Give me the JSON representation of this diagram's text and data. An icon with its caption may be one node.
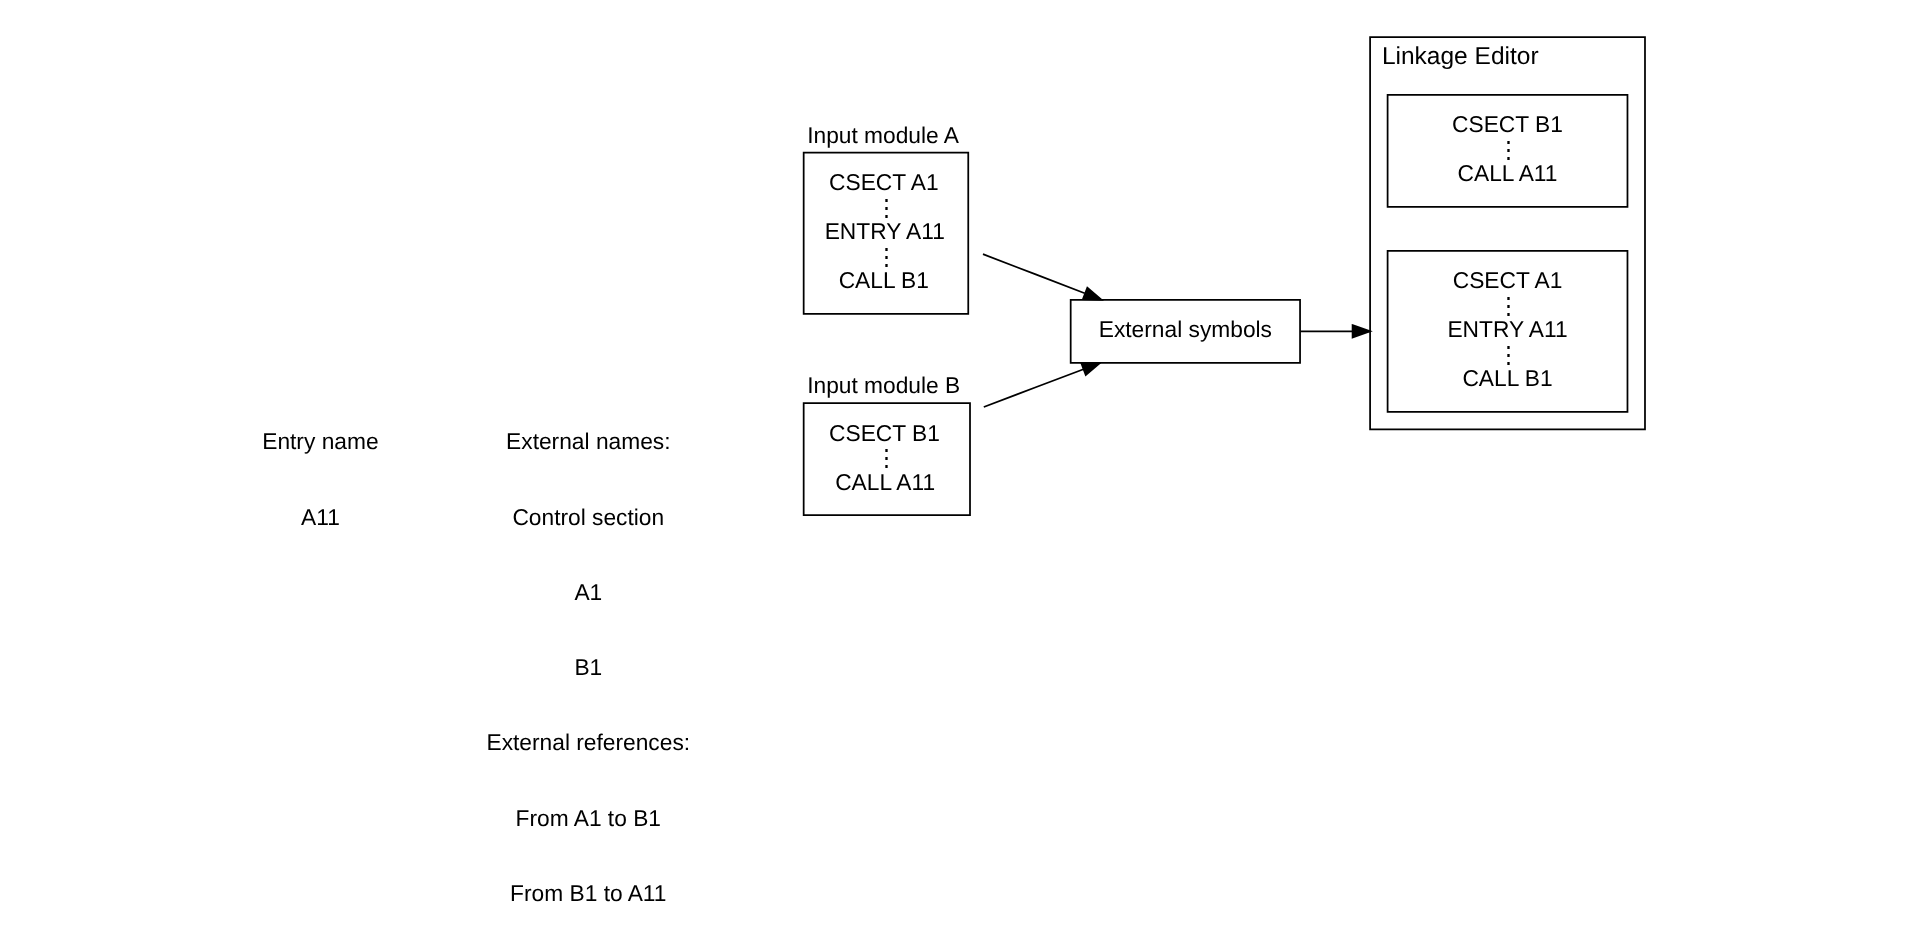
{
  "diagram": {
    "nodes": [
      {
        "text": [
          "Input module A",
          "CSECT A1",
          "⋮",
          "ENTRY A11",
          "⋮",
          "CALL B1"
        ]
      },
      {
        "text": [
          "External symbols"
        ]
      },
      {
        "text": [
          "Input module B",
          "CSECT B1",
          "⋮",
          "CALL A11"
        ]
      },
      {
        "text": [
          "Linkage Editor"
        ]
      },
      {
        "text": [
          "CSECT A1",
          "⋮",
          "ENTRY A11",
          "⋮",
          "CALL B1"
        ],
        "in": 3
      },
      {
        "text": [
          "CSECT B1",
          "⋮",
          "CALL A11"
        ],
        "in": 3
      }
    ],
    "edges": [
      {
        "from": 0,
        "to": 1,
        "arrow": "to"
      },
      {
        "from": 2,
        "to": 1,
        "arrow": "to"
      },
      {
        "from": 1,
        "to": 3,
        "arrow": "to"
      }
    ],
    "labels": [
      "External names:",
      "Control section",
      "A1",
      "B1",
      "Entry name",
      "A11",
      "External references:",
      "From A1 to B1",
      "From B1 to A11"
    ]
  }
}
